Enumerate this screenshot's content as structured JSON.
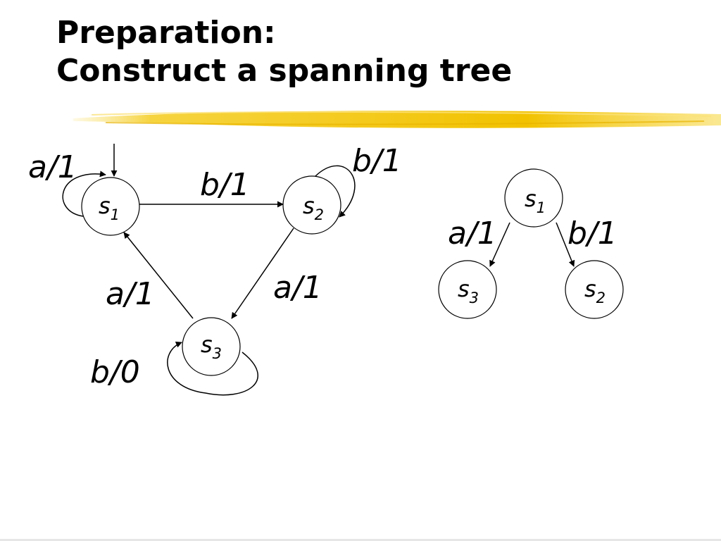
{
  "slide": {
    "title_line1": "Preparation:",
    "title_line2": "Construct a spanning tree",
    "accent_color": "#f2c200"
  },
  "machine": {
    "states": [
      {
        "id": "s1",
        "base": "s",
        "index": "1"
      },
      {
        "id": "s2",
        "base": "s",
        "index": "2"
      },
      {
        "id": "s3",
        "base": "s",
        "index": "3"
      }
    ],
    "transitions": [
      {
        "from": "s1",
        "to": "s1",
        "label": "a/1"
      },
      {
        "from": "s1",
        "to": "s2",
        "label": "b/1"
      },
      {
        "from": "s2",
        "to": "s2",
        "label": "b/1"
      },
      {
        "from": "s2",
        "to": "s3",
        "label": "a/1"
      },
      {
        "from": "s3",
        "to": "s1",
        "label": "a/1"
      },
      {
        "from": "s3",
        "to": "s3",
        "label": "b/0"
      }
    ],
    "initial_state": "s1"
  },
  "tree": {
    "states": [
      {
        "id": "s1",
        "base": "s",
        "index": "1"
      },
      {
        "id": "s3",
        "base": "s",
        "index": "3"
      },
      {
        "id": "s2",
        "base": "s",
        "index": "2"
      }
    ],
    "edges": [
      {
        "from": "s1",
        "to": "s3",
        "label": "a/1"
      },
      {
        "from": "s1",
        "to": "s2",
        "label": "b/1"
      }
    ]
  }
}
